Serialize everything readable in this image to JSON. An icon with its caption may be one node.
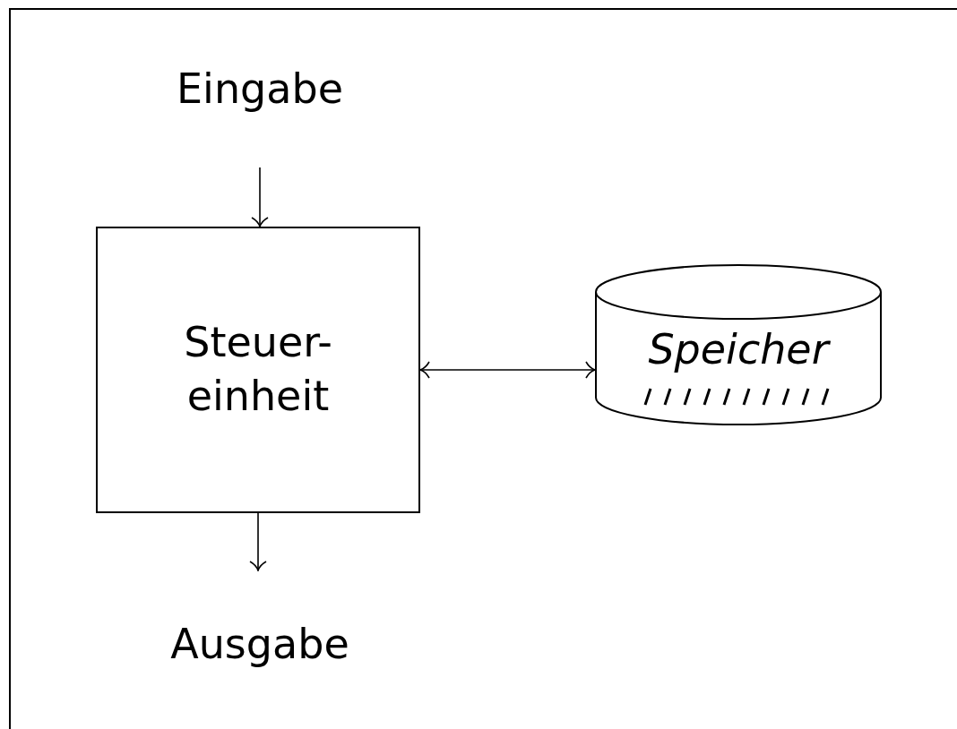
{
  "diagram": {
    "nodes": [
      {
        "text": [
          "Eingabe"
        ]
      },
      {
        "text": [
          "Steuer- einheit"
        ]
      },
      {
        "text": [
          "Speicher"
        ]
      },
      {
        "text": [
          "Ausgabe"
        ]
      }
    ],
    "edges": [
      {
        "from": 0,
        "to": 1,
        "arrow": "to"
      },
      {
        "from": 1,
        "to": 2,
        "arrow": "both"
      },
      {
        "from": 1,
        "to": 3,
        "arrow": "to"
      }
    ]
  }
}
